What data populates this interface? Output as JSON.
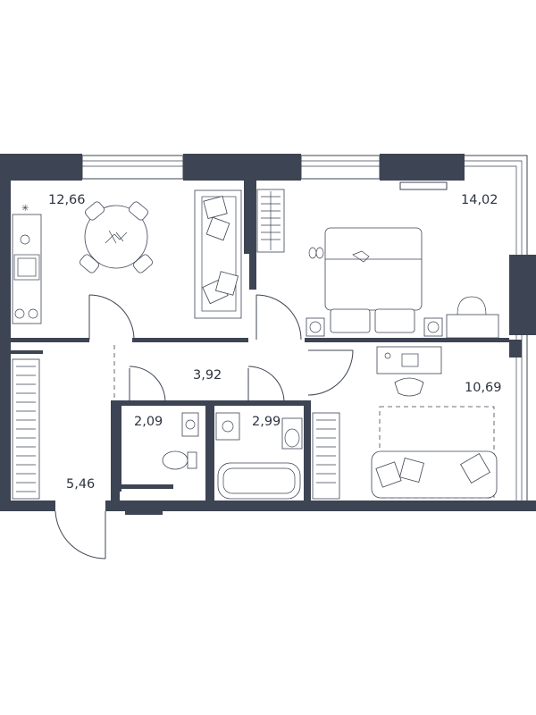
{
  "colors": {
    "wall": "#3d4453",
    "background": "#ffffff",
    "text": "#2d3441"
  },
  "rooms": [
    {
      "id": "kitchen-living",
      "area": "12,66"
    },
    {
      "id": "bedroom-1",
      "area": "14,02"
    },
    {
      "id": "corridor",
      "area": "3,92"
    },
    {
      "id": "toilet",
      "area": "2,09"
    },
    {
      "id": "bathroom",
      "area": "2,99"
    },
    {
      "id": "bedroom-2",
      "area": "10,69"
    },
    {
      "id": "hallway",
      "area": "5,46"
    }
  ]
}
